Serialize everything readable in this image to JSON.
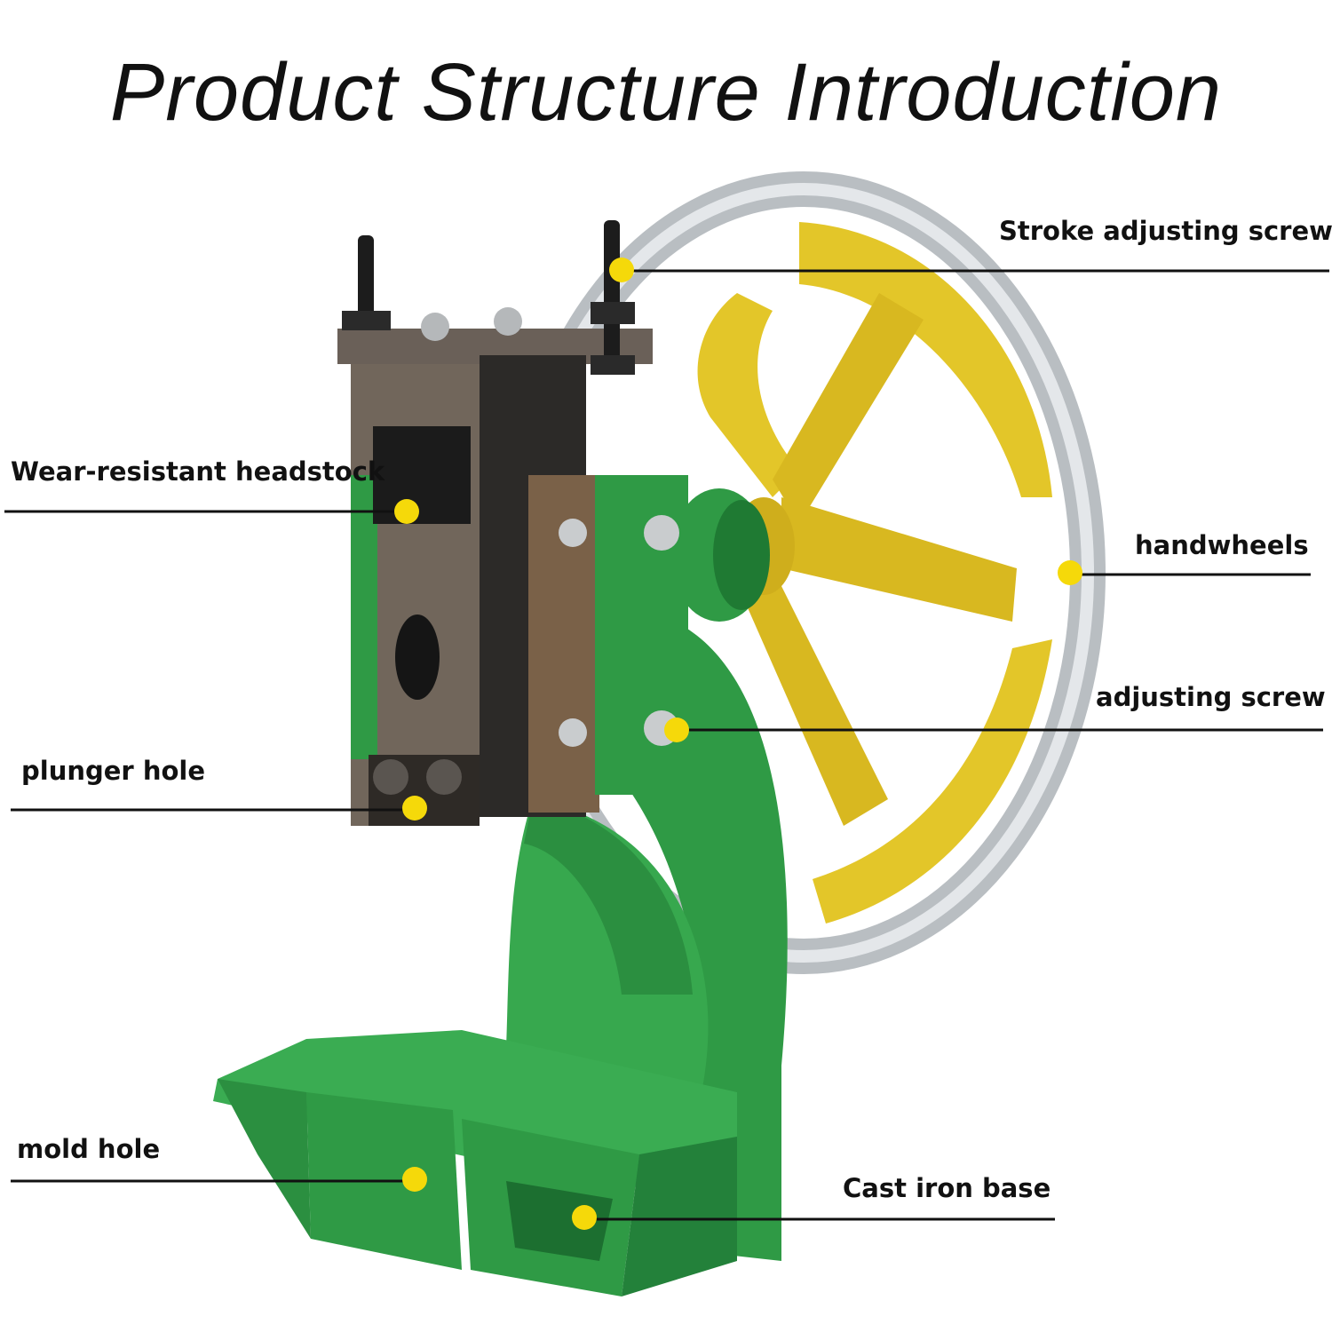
{
  "title": "Product Structure Introduction",
  "labels": {
    "stroke_adjusting_screw": "Stroke adjusting screw",
    "wear_resistant_headstock": "Wear-resistant headstock",
    "handwheels": "handwheels",
    "adjusting_screw": "adjusting screw",
    "plunger_hole": "plunger hole",
    "mold_hole": "mold hole",
    "cast_iron_base": "Cast iron base"
  },
  "colors": {
    "frame_green": "#2f9a45",
    "frame_green_dark": "#1f7a33",
    "wheel_yellow": "#e3c629",
    "wheel_rim": "#c9cdd0",
    "headstock": "#6a5f54",
    "marker_dot": "#f5d90a",
    "leader_line": "#111111"
  },
  "icons": [
    "callout-dot"
  ]
}
